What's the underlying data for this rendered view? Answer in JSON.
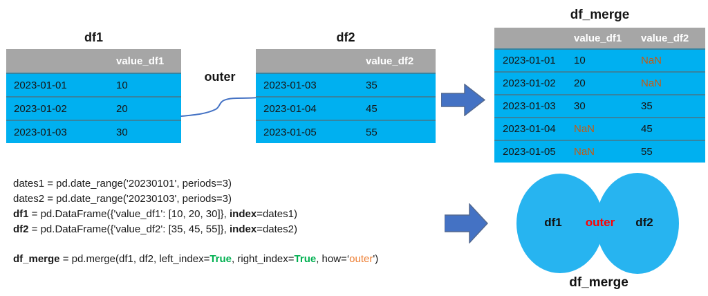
{
  "tables": {
    "df1": {
      "title": "df1",
      "columns": [
        "",
        "value_df1"
      ],
      "rows": [
        {
          "cells": [
            "2023-01-01",
            "10"
          ]
        },
        {
          "cells": [
            "2023-01-02",
            "20"
          ]
        },
        {
          "cells": [
            "2023-01-03",
            "30"
          ]
        }
      ]
    },
    "df2": {
      "title": "df2",
      "columns": [
        "",
        "value_df2"
      ],
      "rows": [
        {
          "cells": [
            "2023-01-03",
            "35"
          ]
        },
        {
          "cells": [
            "2023-01-04",
            "45"
          ]
        },
        {
          "cells": [
            "2023-01-05",
            "55"
          ]
        }
      ]
    },
    "df_merge": {
      "title": "df_merge",
      "columns": [
        "",
        "value_df1",
        "value_df2"
      ],
      "rows": [
        {
          "cells": [
            "2023-01-01",
            "10",
            "NaN"
          ]
        },
        {
          "cells": [
            "2023-01-02",
            "20",
            "NaN"
          ]
        },
        {
          "cells": [
            "2023-01-03",
            "30",
            "35"
          ]
        },
        {
          "cells": [
            "2023-01-04",
            "NaN",
            "45"
          ]
        },
        {
          "cells": [
            "2023-01-05",
            "NaN",
            "55"
          ]
        }
      ]
    }
  },
  "join_label": "outer",
  "venn": {
    "left": "df1",
    "center": "outer",
    "right": "df2",
    "caption": "df_merge"
  },
  "code": {
    "lines": [
      [
        {
          "text": "dates1 = pd.date_range('20230101', periods=3)",
          "style": "plain"
        }
      ],
      [
        {
          "text": "dates2 = pd.date_range('20230103', periods=3)",
          "style": "plain"
        }
      ],
      [
        {
          "text": "df1",
          "style": "bold"
        },
        {
          "text": " = pd.DataFrame({'value_df1': [10, 20, 30]}, ",
          "style": "plain"
        },
        {
          "text": "index",
          "style": "bold"
        },
        {
          "text": "=dates1)",
          "style": "plain"
        }
      ],
      [
        {
          "text": "df2",
          "style": "bold"
        },
        {
          "text": " = pd.DataFrame({'value_df2': [35, 45, 55]}, ",
          "style": "plain"
        },
        {
          "text": "index",
          "style": "bold"
        },
        {
          "text": "=dates2)",
          "style": "plain"
        }
      ],
      [],
      [
        {
          "text": "df_merge",
          "style": "bold"
        },
        {
          "text": " = pd.merge(df1, df2, left_index=",
          "style": "plain"
        },
        {
          "text": "True",
          "style": "green-bold"
        },
        {
          "text": ", right_index=",
          "style": "plain"
        },
        {
          "text": "True",
          "style": "green-bold"
        },
        {
          "text": ", how=‘",
          "style": "plain"
        },
        {
          "text": "outer",
          "style": "orange"
        },
        {
          "text": "')",
          "style": "plain"
        }
      ]
    ]
  },
  "colors": {
    "table_fill": "#00B0F0",
    "header_fill": "#A6A6A6",
    "nan_text": "#C55A11",
    "arrow_fill": "#4472C4",
    "venn_fill": "#27B4F0",
    "code_green": "#00B050",
    "code_orange": "#ED7D31",
    "venn_center_text": "#FF0000"
  }
}
